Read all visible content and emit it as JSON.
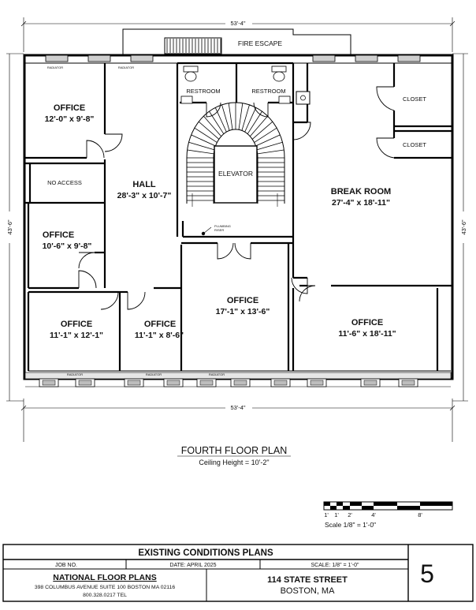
{
  "dimensions": {
    "top": "53'-4\"",
    "bottom": "53'-4\"",
    "left": "43'-6\"",
    "right": "43'-6\""
  },
  "labels": {
    "fire_escape": "FIRE ESCAPE",
    "radiator": "RADIATOR",
    "restroom_left": "RESTROOM",
    "restroom_right": "RESTROOM",
    "elevator": "ELEVATOR",
    "no_access": "NO ACCESS",
    "closet_top": "CLOSET",
    "closet_bottom": "CLOSET",
    "plumbing_riser_1": "PLUMBING",
    "plumbing_riser_2": "RISER"
  },
  "rooms": [
    {
      "name": "OFFICE",
      "size": "12'-0\" x 9'-8\""
    },
    {
      "name": "HALL",
      "size": "28'-3\" x 10'-7\""
    },
    {
      "name": "OFFICE",
      "size": "10'-6\" x 9'-8\""
    },
    {
      "name": "BREAK ROOM",
      "size": "27'-4\" x 18'-11\""
    },
    {
      "name": "OFFICE",
      "size": "11'-1\" x 12'-1\""
    },
    {
      "name": "OFFICE",
      "size": "11'-1\" x 8'-6\""
    },
    {
      "name": "OFFICE",
      "size": "17'-1\" x 13'-6\""
    },
    {
      "name": "OFFICE",
      "size": "11'-6\" x 18'-11\""
    }
  ],
  "plan": {
    "title": "FOURTH FLOOR PLAN",
    "ceiling": "Ceiling Height = 10'-2\""
  },
  "scale_bar": {
    "ticks": [
      "1'",
      "1'",
      "2'",
      "4'",
      "8'"
    ],
    "caption": "Scale  1/8\" = 1'-0\""
  },
  "title_block": {
    "header": "EXISTING CONDITIONS PLANS",
    "job_label": "JOB NO.",
    "date": "DATE: APRIL 2025",
    "scale": "SCALE: 1/8\" = 1'-0\"",
    "company": "NATIONAL FLOOR PLANS",
    "address": "398 COLUMBUS AVENUE SUITE 100 BOSTON MA 02116",
    "phone": "800.328.0217 TEL",
    "street": "114 STATE STREET",
    "city": "BOSTON, MA",
    "sheet": "5"
  }
}
